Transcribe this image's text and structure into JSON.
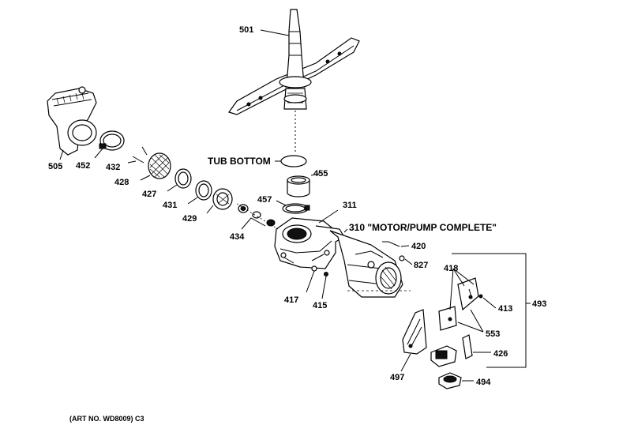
{
  "callouts": {
    "p501": "501",
    "tub_bottom": "TUB BOTTOM",
    "p455": "455",
    "p457": "457",
    "p311": "311",
    "p310": "310 \"MOTOR/PUMP COMPLETE\"",
    "p420": "420",
    "p827": "827",
    "p418": "418",
    "p413": "413",
    "p553": "553",
    "p493": "493",
    "p426": "426",
    "p494": "494",
    "p497": "497",
    "p417": "417",
    "p415": "415",
    "p434": "434",
    "p429": "429",
    "p431": "431",
    "p427": "427",
    "p428": "428",
    "p432": "432",
    "p452": "452",
    "p505": "505"
  },
  "footer": {
    "art_no": "(ART NO. WD8009) C3"
  }
}
